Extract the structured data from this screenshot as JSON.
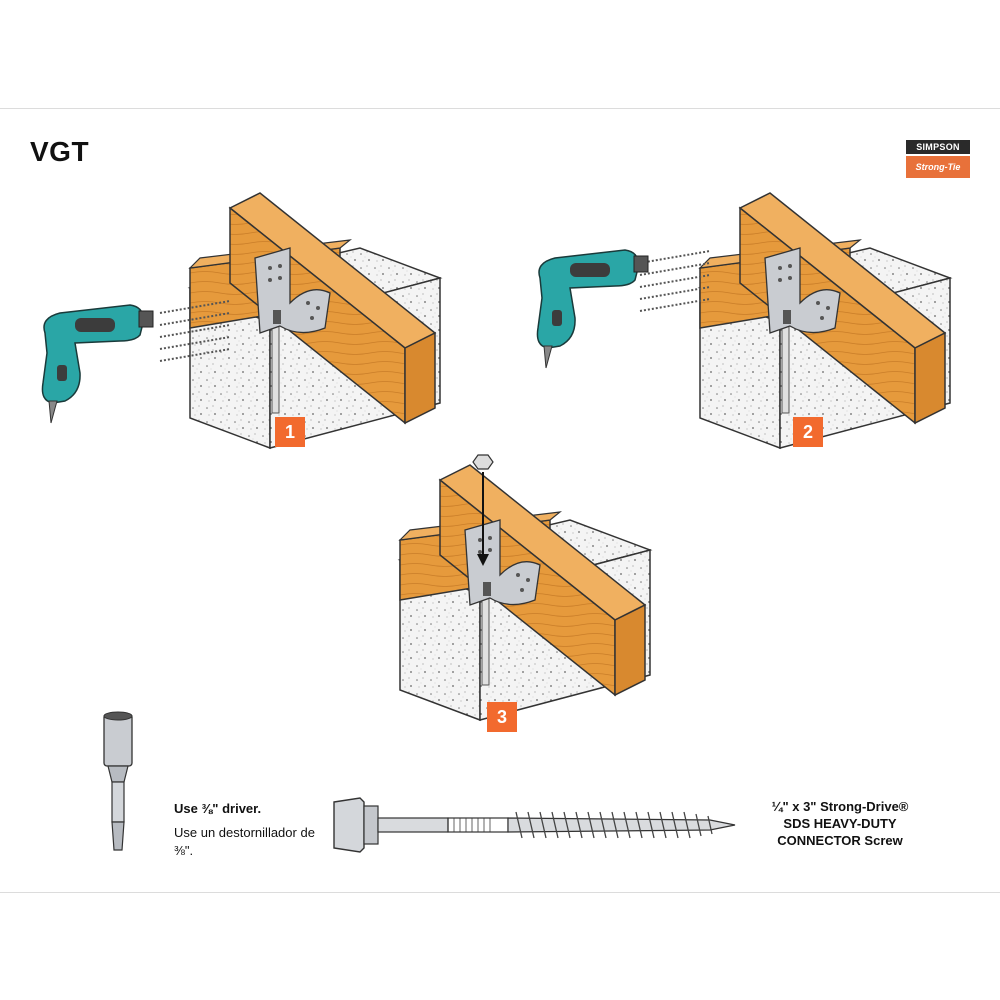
{
  "title": "VGT",
  "logo": {
    "top": "SIMPSON",
    "bottom": "Strong-Tie"
  },
  "steps": [
    {
      "number": "1"
    },
    {
      "number": "2"
    },
    {
      "number": "3"
    }
  ],
  "driver": {
    "english": "Use ⅜\" driver.",
    "spanish": "Use un destornillador de ⅜\"."
  },
  "screw": {
    "line1": "¼\" x 3\" Strong-Drive®",
    "line2": "SDS HEAVY-DUTY",
    "line3": "CONNECTOR Screw"
  },
  "colors": {
    "wood": "#e69a3c",
    "wood_dark": "#b86d1f",
    "concrete": "#f2f2f2",
    "drill": "#2aa6a6",
    "accent": "#f26a2e",
    "metal": "#c9ccd1"
  },
  "icons": [
    "drill-icon",
    "screw-icon",
    "driver-bit-icon",
    "nut-icon"
  ]
}
